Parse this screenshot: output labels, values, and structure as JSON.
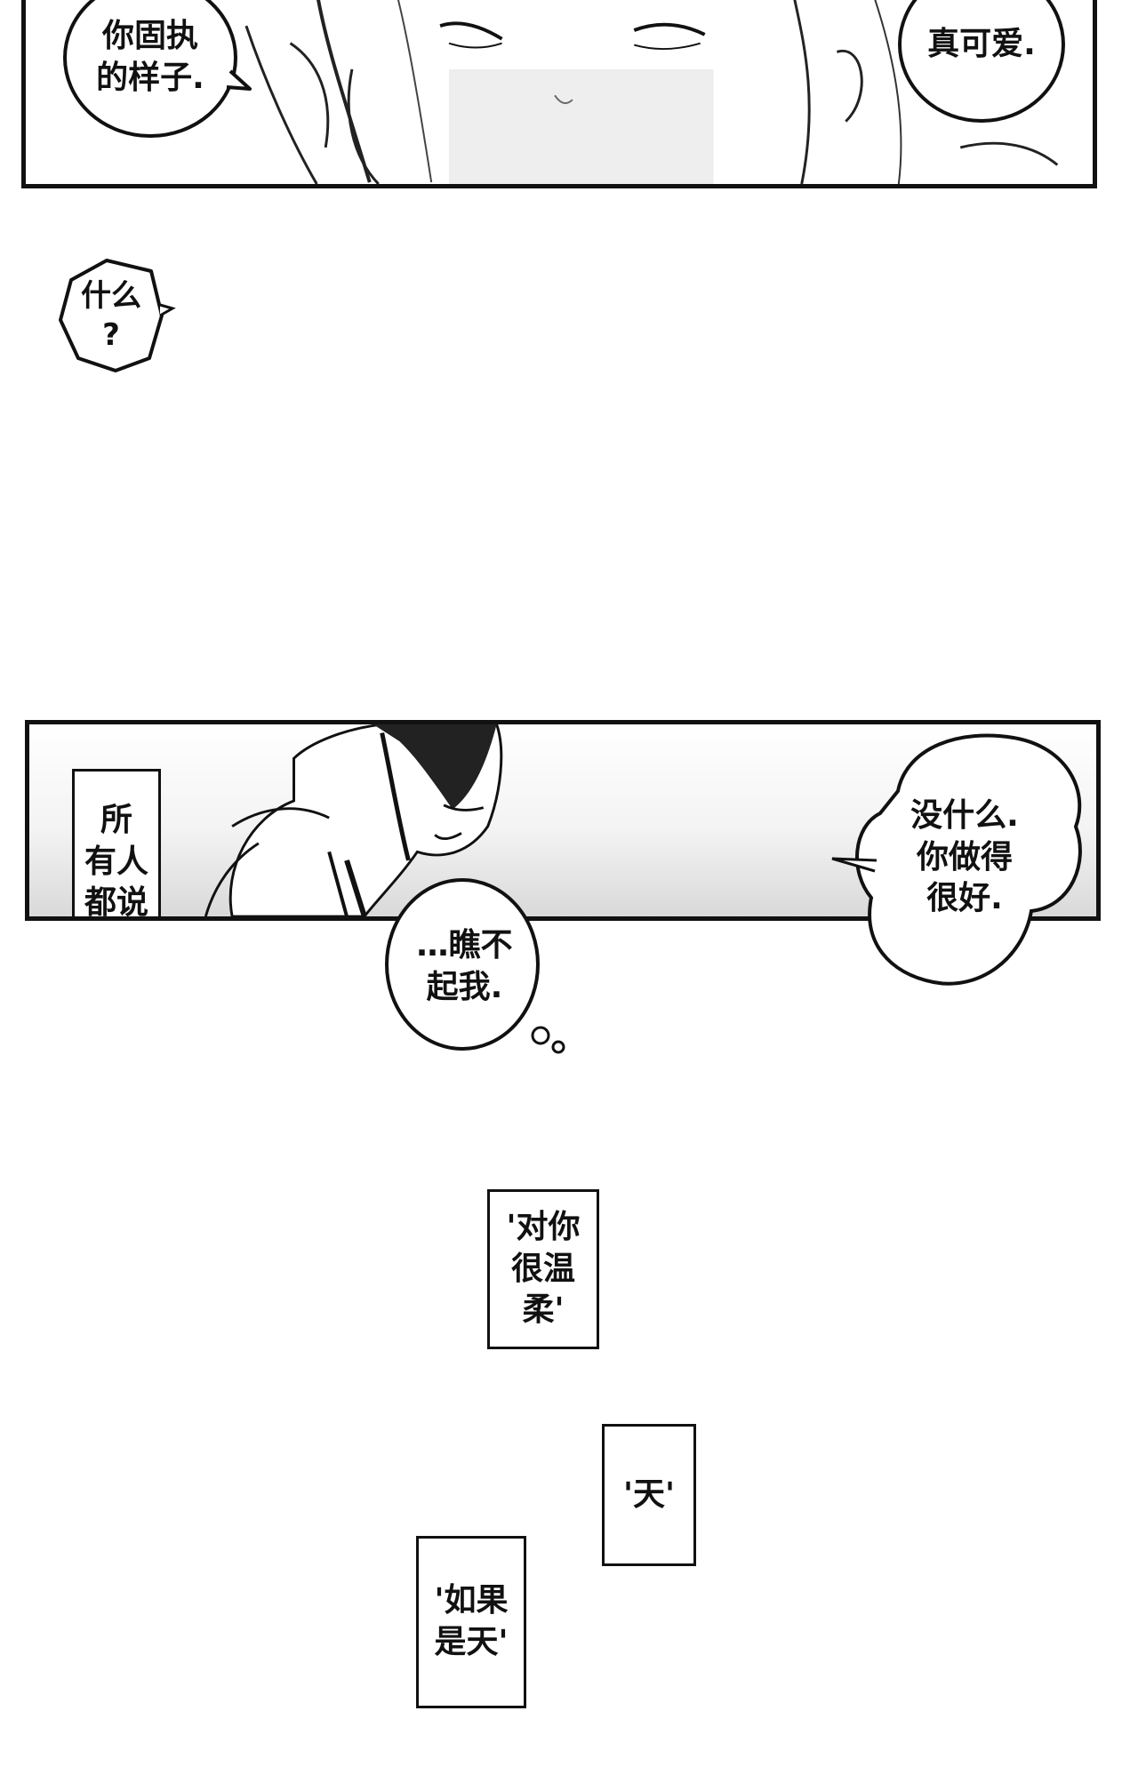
{
  "top_panel": {
    "left_bubble": "你固执\n的样子.",
    "right_bubble": "真可爱."
  },
  "interjection": "什么\n?",
  "middle_panel": {
    "caption_everyone": "所\n有人\n都说",
    "right_bubble": "没什么.\n你做得\n很好.",
    "thought_bubble": "…瞧不\n起我."
  },
  "captions": {
    "gentle": "'对你\n很温\n柔'",
    "tian": "'天'",
    "if_tian": "'如果\n是天'"
  }
}
